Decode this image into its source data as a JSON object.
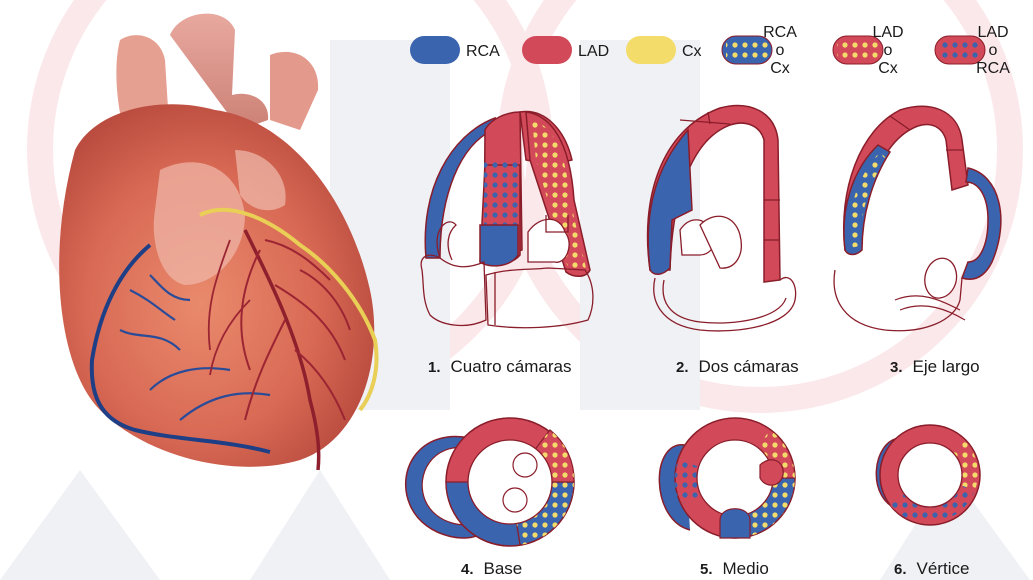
{
  "colors": {
    "rca": "#3a64ae",
    "lad": "#d24a5a",
    "cx": "#f4dc6a",
    "outline": "#8a1d2a",
    "dots_yellow": "#f4dc6a",
    "dots_blue": "#3a64ae",
    "watermark": "#e6e8ee"
  },
  "legend": [
    {
      "id": "rca",
      "lines": [
        "RCA"
      ],
      "fill": "rca",
      "dots": null
    },
    {
      "id": "lad",
      "lines": [
        "LAD"
      ],
      "fill": "lad",
      "dots": null
    },
    {
      "id": "cx",
      "lines": [
        "Cx"
      ],
      "fill": "cx",
      "dots": null
    },
    {
      "id": "rca-cx",
      "lines": [
        "RCA",
        "o",
        "Cx"
      ],
      "fill": "rca",
      "dots": "cx"
    },
    {
      "id": "lad-cx",
      "lines": [
        "LAD",
        "o",
        "Cx"
      ],
      "fill": "lad",
      "dots": "cx"
    },
    {
      "id": "lad-rca",
      "lines": [
        "LAD",
        "o",
        "RCA"
      ],
      "fill": "lad",
      "dots": "rca"
    }
  ],
  "views": [
    {
      "num": "1.",
      "label": "Cuatro cámaras"
    },
    {
      "num": "2.",
      "label": "Dos cámaras"
    },
    {
      "num": "3.",
      "label": "Eje largo"
    },
    {
      "num": "4.",
      "label": "Base"
    },
    {
      "num": "5.",
      "label": "Medio"
    },
    {
      "num": "6.",
      "label": "Vértice"
    }
  ]
}
